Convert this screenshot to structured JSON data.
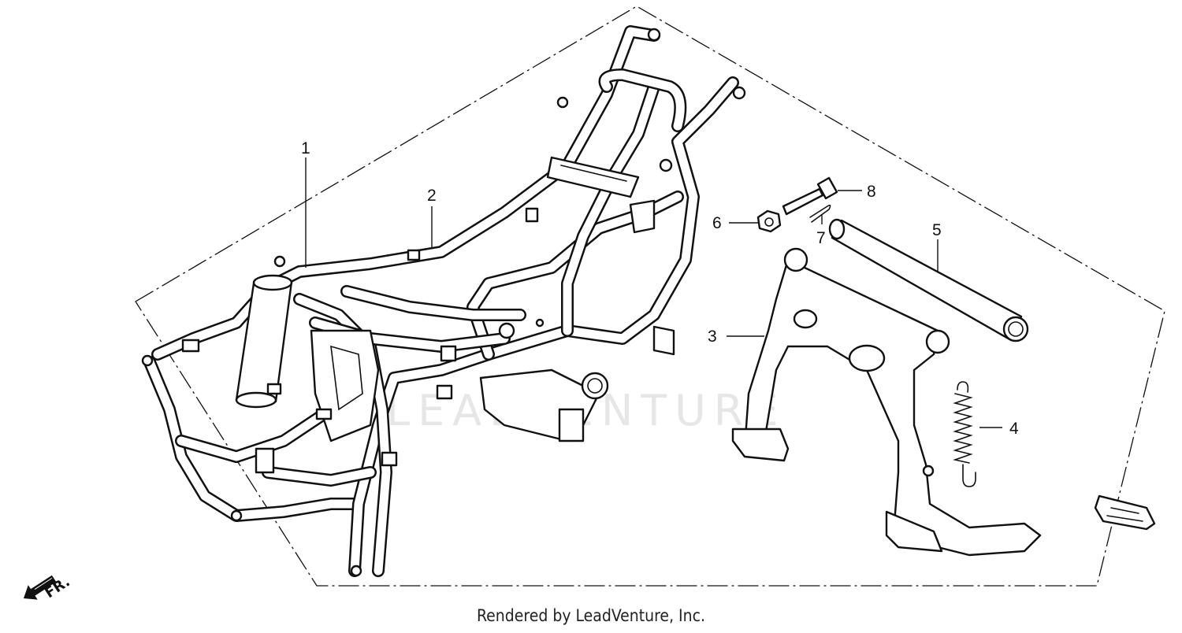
{
  "callouts": [
    {
      "id": "1",
      "label": "1"
    },
    {
      "id": "2",
      "label": "2"
    },
    {
      "id": "3",
      "label": "3"
    },
    {
      "id": "4",
      "label": "4"
    },
    {
      "id": "5",
      "label": "5"
    },
    {
      "id": "6",
      "label": "6"
    },
    {
      "id": "7",
      "label": "7"
    },
    {
      "id": "8",
      "label": "8"
    }
  ],
  "direction_marker": {
    "label": "FR.",
    "icon": "front-direction-arrow-icon"
  },
  "watermark": "LEADVENTURE",
  "footer": "Rendered by LeadVenture, Inc."
}
